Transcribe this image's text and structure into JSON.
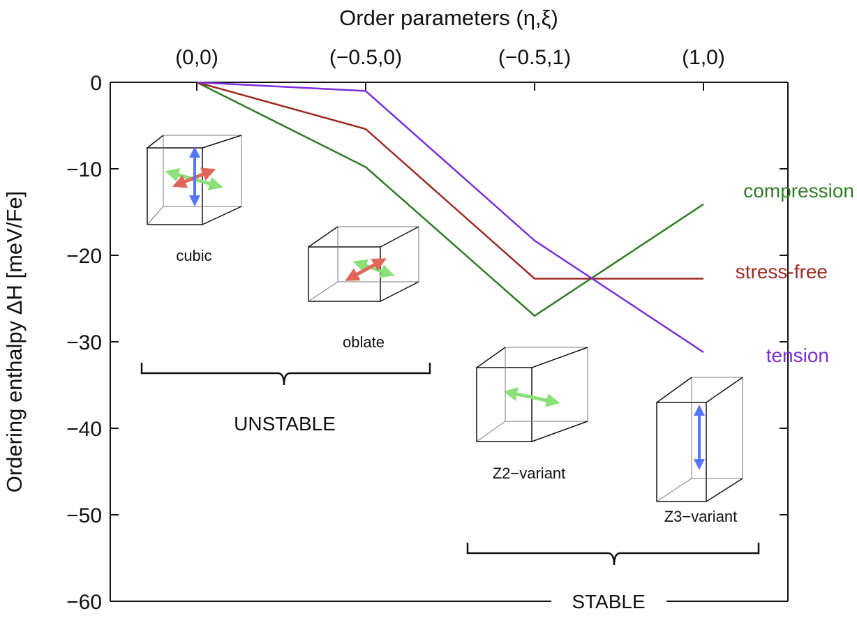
{
  "chart_data": {
    "type": "line",
    "xlabel": "Order parameters (η,ξ)",
    "ylabel": "Ordering enthalpy ΔH [meV/Fe]",
    "categories": [
      "(0,0)",
      "(−0.5,0)",
      "(−0.5,1)",
      "(1,0)"
    ],
    "ylim": [
      -60,
      0
    ],
    "yticks": [
      0,
      -10,
      -20,
      -30,
      -40,
      -50,
      -60
    ],
    "ytick_labels": [
      "0",
      "−10",
      "−20",
      "−30",
      "−40",
      "−50",
      "−60"
    ],
    "grid": false,
    "series": [
      {
        "name": "compression",
        "color": "#2e7d24",
        "values": [
          0,
          -9.8,
          -27.0,
          -14.1
        ]
      },
      {
        "name": "stress-free",
        "color": "#9c2a23",
        "values": [
          0,
          -5.4,
          -22.7,
          -22.7
        ]
      },
      {
        "name": "tension",
        "color": "#7b2fd6",
        "values": [
          0,
          -1.0,
          -18.3,
          -31.2
        ]
      }
    ],
    "annotations": {
      "structures": [
        {
          "label": "cubic",
          "shape": "cube",
          "arrows": [
            "green-x",
            "red-y",
            "blue-z"
          ]
        },
        {
          "label": "oblate",
          "shape": "oblate",
          "arrows": [
            "green-x",
            "red-y"
          ]
        },
        {
          "label": "Z2−variant",
          "shape": "box-wide",
          "arrows": [
            "green-x"
          ]
        },
        {
          "label": "Z3−variant",
          "shape": "box-tall",
          "arrows": [
            "blue-z"
          ]
        }
      ],
      "groups": [
        {
          "label": "UNSTABLE"
        },
        {
          "label": "STABLE"
        }
      ]
    }
  }
}
